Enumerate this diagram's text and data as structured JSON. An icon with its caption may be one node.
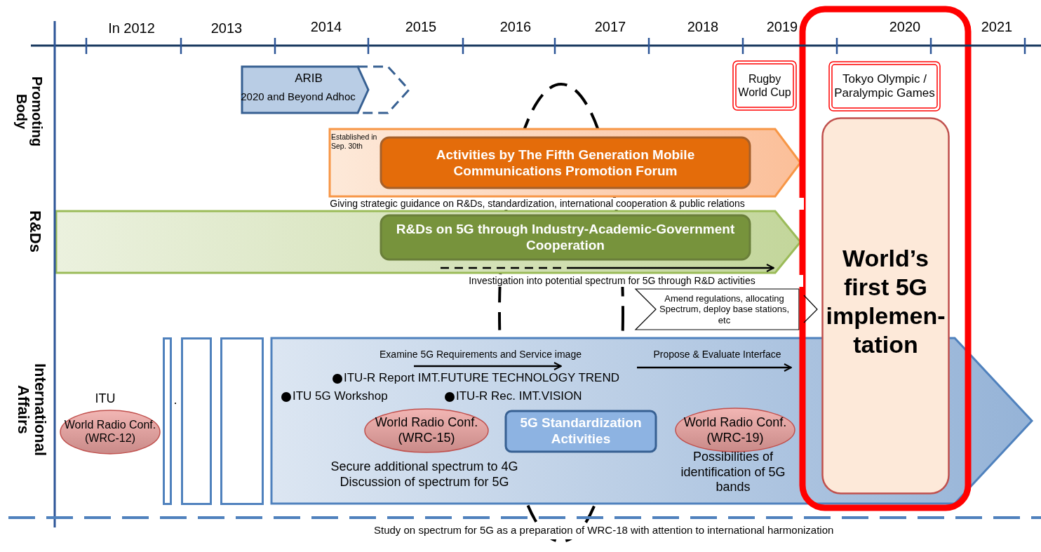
{
  "diagram": {
    "nodes": [
      {
        "text": [
          "ARIB",
          "2020 and Beyond Adhoc"
        ]
      },
      {
        "text": [
          "Rugby World Cup"
        ]
      },
      {
        "text": [],
        "shape": "box"
      },
      {
        "text": [
          "Tokyo Olympic / Paralympic Games"
        ],
        "in": 2
      },
      {
        "text": [
          "Established in Sep. 30th"
        ]
      },
      {
        "text": [
          "Activities by The Fifth Generation Mobile Communications Promotion Forum"
        ],
        "in": 4
      },
      {
        "text": [
          "World’s first 5G implemen-tation"
        ],
        "in": 2
      },
      {
        "text": [],
        "shape": "bar"
      },
      {
        "text": [
          "R&Ds on 5G through Industry-Academic-Government Cooperation"
        ],
        "in": 7
      },
      {
        "text": [
          "Amend regulations, allocating Spectrum, deploy base stations, etc"
        ]
      },
      {
        "text": [],
        "shape": "box"
      },
      {
        "text": [],
        "shape": "box"
      },
      {
        "text": [],
        "shape": "box"
      },
      {
        "text": [
          "ITU",
          "World Radio Conf. (WRC-12)"
        ]
      },
      {
        "text": [],
        "shape": "bar"
      },
      {
        "text": [
          "World Radio Conf. (WRC-15)"
        ],
        "in": 14,
        "beside": [
          "Secure additional spectrum to 4G Discussion of spectrum for 5G"
        ]
      },
      {
        "text": [
          "5G Standardization Activities"
        ],
        "in": 14
      },
      {
        "text": [
          "World Radio Conf. (WRC-19)"
        ],
        "in": 14,
        "beside": [
          "Possibilities of identification of 5G bands"
        ]
      }
    ],
    "labels": [
      "In 2012",
      "2013",
      "2014",
      "2015",
      "2016",
      "2017",
      "2018",
      "2019",
      "2020",
      "2021",
      "Promoting Body",
      "Giving strategic guidance on R&Ds, standardization, international cooperation & public relations",
      "R&Ds",
      "Investigation into potential spectrum for 5G through R&D activities",
      "International Affairs",
      ".",
      "Examine 5G Requirements and Service image",
      "Propose & Evaluate Interface",
      "ITU-R Report IMT.FUTURE TECHNOLOGY TREND",
      "ITU 5G Workshop",
      "ITU-R Rec. IMT.VISION",
      "Study on spectrum for 5G as a preparation of WRC-18 with attention to international harmonization"
    ]
  }
}
